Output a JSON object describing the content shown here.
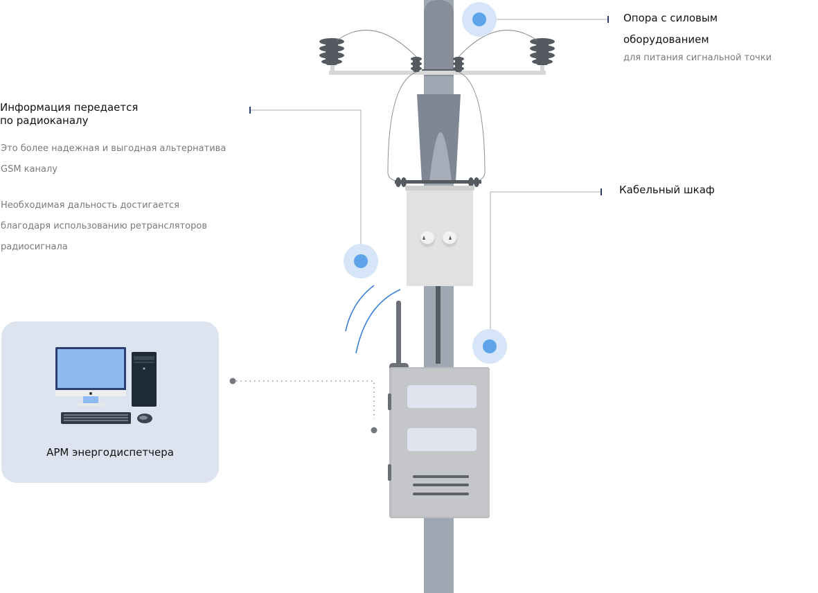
{
  "callouts": {
    "power_pole": {
      "title_lines": [
        "Опора с силовым",
        "оборудованием"
      ],
      "description": "для питания сигнальной точки"
    },
    "radio": {
      "title_lines": [
        "Информация передается",
        "по радиоканалу"
      ],
      "paragraph1_lines": [
        "Это более надежная и выгодная альтернатива",
        "GSM каналу"
      ],
      "paragraph2_lines": [
        "Необходимая дальность достигается",
        "благодаря использованию ретрансляторов",
        "радиосигнала"
      ]
    },
    "cabinet": {
      "title": "Кабельный шкаф"
    }
  },
  "workstation": {
    "label": "АРМ энергодиспетчера"
  },
  "colors": {
    "pole": "#9fa7b2",
    "pole_top": "#878e9a",
    "marker": "#5fa3ea",
    "marker_halo": "#d6e5f7",
    "signal_waves": "#3a7fd5",
    "leader_line": "#a8aeb8",
    "leader_tick": "#2b3f6b",
    "device_body": "#c3c4c7",
    "cabinet_box": "#e1e1e1",
    "card_background": "#dde3ef"
  },
  "icons": [
    "insulator-icon",
    "monitor-icon",
    "pc-tower-icon",
    "keyboard-icon",
    "mouse-icon",
    "antenna-icon"
  ]
}
